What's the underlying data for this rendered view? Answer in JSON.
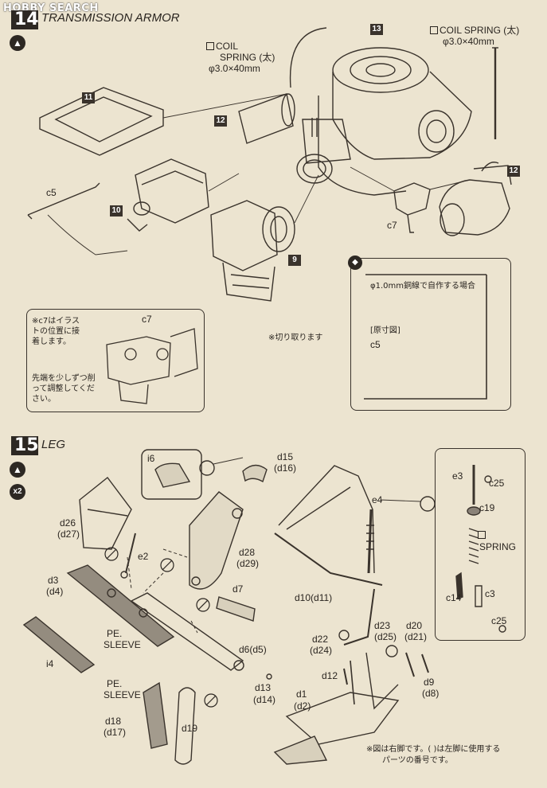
{
  "watermark": "HOBBY SEARCH",
  "step14": {
    "number": "14",
    "title": "TRANSMISSION ARMOR",
    "part_tags": [
      "13",
      "11",
      "12",
      "12",
      "10",
      "9"
    ],
    "coil_left": {
      "line1": "COIL",
      "line2": "SPRING (太)",
      "spec": "φ3.0×40mm"
    },
    "coil_right": {
      "line1": "COIL SPRING (太)",
      "spec": "φ3.0×40mm"
    },
    "labels": {
      "c5": "c5",
      "c7": "c7"
    },
    "note_box": {
      "text": "※c7はイラストの位置に接着します。",
      "label": "c7",
      "tip": "先端を少しずつ削って調整してください。"
    },
    "cut_note": "※切り取ります",
    "wire_box": {
      "title": "φ1.0mm銅線で自作する場合",
      "subtitle": "[原寸図]",
      "label": "c5"
    }
  },
  "step15": {
    "number": "15",
    "title": "LEG",
    "multiplier": "x2",
    "labels": {
      "i6": "i6",
      "d15": "d15",
      "d16": "(d16)",
      "d26": "d26",
      "d27": "(d27)",
      "e2": "e2",
      "d28": "d28",
      "d29": "(d29)",
      "d3": "d3",
      "d4": "(d4)",
      "d7": "d7",
      "pe_sleeve_1a": "PE.",
      "pe_sleeve_1b": "SLEEVE",
      "i4": "i4",
      "d6": "d6(d5)",
      "d13": "d13",
      "d14": "(d14)",
      "pe_sleeve_2a": "PE.",
      "pe_sleeve_2b": "SLEEVE",
      "d18": "d18",
      "d17": "(d17)",
      "d19": "d19",
      "e4": "e4",
      "d10": "d10(d11)",
      "d23": "d23",
      "d25": "(d25)",
      "d20": "d20",
      "d21": "(d21)",
      "d22": "d22",
      "d24": "(d24)",
      "d12": "d12",
      "d9": "d9",
      "d8": "(d8)",
      "d1": "d1",
      "d2": "(d2)",
      "e3": "e3",
      "c25a": "c25",
      "c19": "c19",
      "spring": "SPRING",
      "c14": "c14",
      "c3": "c3",
      "c25b": "c25"
    },
    "footnote": {
      "line1": "※図は右脚です。(  )は左脚に使用する",
      "line2": "パーツの番号です。"
    }
  },
  "colors": {
    "background": "#ece4d0",
    "ink": "#2a2520",
    "bar": "#2d2823"
  }
}
